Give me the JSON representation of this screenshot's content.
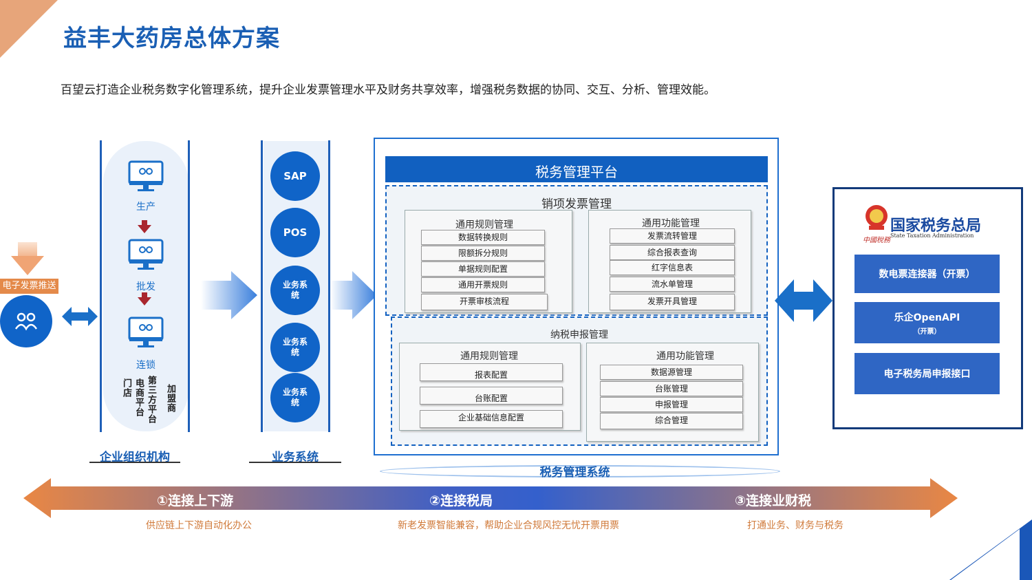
{
  "title": "益丰大药房总体方案",
  "subtitle": "百望云打造企业税务数字化管理系统，提升企业发票管理水平及财务共享效率，增强税务数据的协同、交互、分析、管理效能。",
  "left": {
    "push_label": "电子发票推送"
  },
  "org": {
    "label": "企业组织机构",
    "stages": [
      "生产",
      "批发",
      "连锁"
    ],
    "channels": [
      "门店",
      "电商平台",
      "第三方平台",
      "加盟商"
    ]
  },
  "biz": {
    "label": "业务系统",
    "systems": [
      "SAP",
      "POS",
      "业务系统",
      "业务系统",
      "业务系统"
    ]
  },
  "platform": {
    "band_title": "税务管理平台",
    "caption": "税务管理系统",
    "sales": {
      "title": "销项发票管理",
      "rules": {
        "title": "通用规则管理",
        "items": [
          "数据转换规则",
          "限额拆分规则",
          "单据规则配置",
          "通用开票规则",
          "开票审核流程"
        ]
      },
      "funcs": {
        "title": "通用功能管理",
        "items": [
          "发票流转管理",
          "综合报表查询",
          "红字信息表",
          "流水单管理",
          "发票开具管理"
        ]
      }
    },
    "tax": {
      "title": "纳税申报管理",
      "rules": {
        "title": "通用规则管理",
        "items": [
          "报表配置",
          "台账配置",
          "企业基础信息配置"
        ]
      },
      "funcs": {
        "title": "通用功能管理",
        "items": [
          "数据源管理",
          "台账管理",
          "申报管理",
          "综合管理"
        ]
      }
    }
  },
  "authority": {
    "name_cn": "国家税务总局",
    "name_en": "State Taxation Administration",
    "buttons": [
      {
        "label": "数电票连接器（开票）",
        "sub": ""
      },
      {
        "label": "乐企OpenAPI",
        "sub": "（开票）"
      },
      {
        "label": "电子税务局申报接口",
        "sub": ""
      }
    ]
  },
  "bottom": {
    "items": [
      {
        "label": "①连接上下游",
        "desc": "供应链上下游自动化办公"
      },
      {
        "label": "②连接税局",
        "desc": "新老发票智能兼容，帮助企业合规风控无忧开票用票"
      },
      {
        "label": "③连接业财税",
        "desc": "打通业务、财务与税务"
      }
    ]
  },
  "colors": {
    "brand_blue": "#1a5fb4",
    "accent_orange": "#e48a4a",
    "button_blue": "#2f66c4"
  },
  "icons": [
    "user-group-icon",
    "monitor-icon",
    "arrow-down-icon",
    "double-arrow-icon",
    "right-arrow-icon",
    "emblem-icon"
  ]
}
